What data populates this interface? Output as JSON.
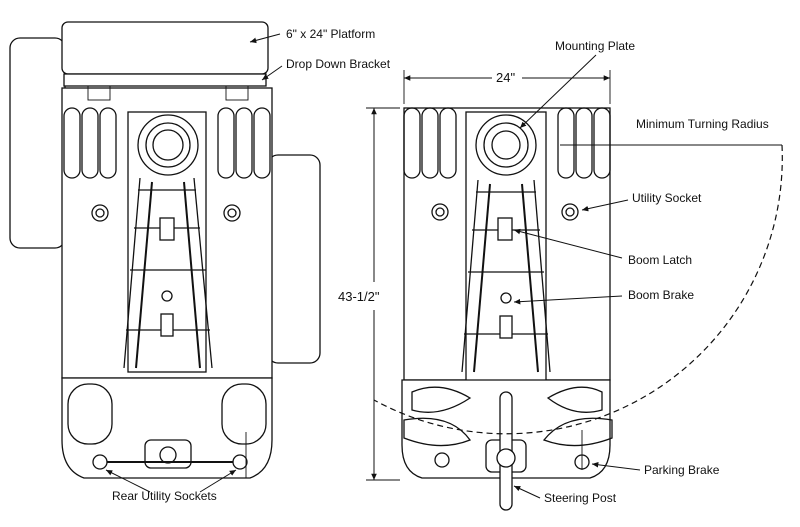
{
  "labels": {
    "platform": "6\" x 24\" Platform",
    "drop_down_bracket": "Drop Down Bracket",
    "rear_utility_sockets": "Rear Utility Sockets",
    "mounting_plate": "Mounting Plate",
    "width_dimension": "24\"",
    "minimum_turning_radius": "Minimum Turning Radius",
    "utility_socket": "Utility Socket",
    "boom_latch": "Boom Latch",
    "boom_brake": "Boom Brake",
    "length_dimension": "43-1/2\"",
    "parking_brake": "Parking Brake",
    "steering_post": "Steering Post"
  },
  "icons": {
    "dolly_left": "dolly-with-platform-icon",
    "dolly_right": "dolly-top-view-icon"
  }
}
